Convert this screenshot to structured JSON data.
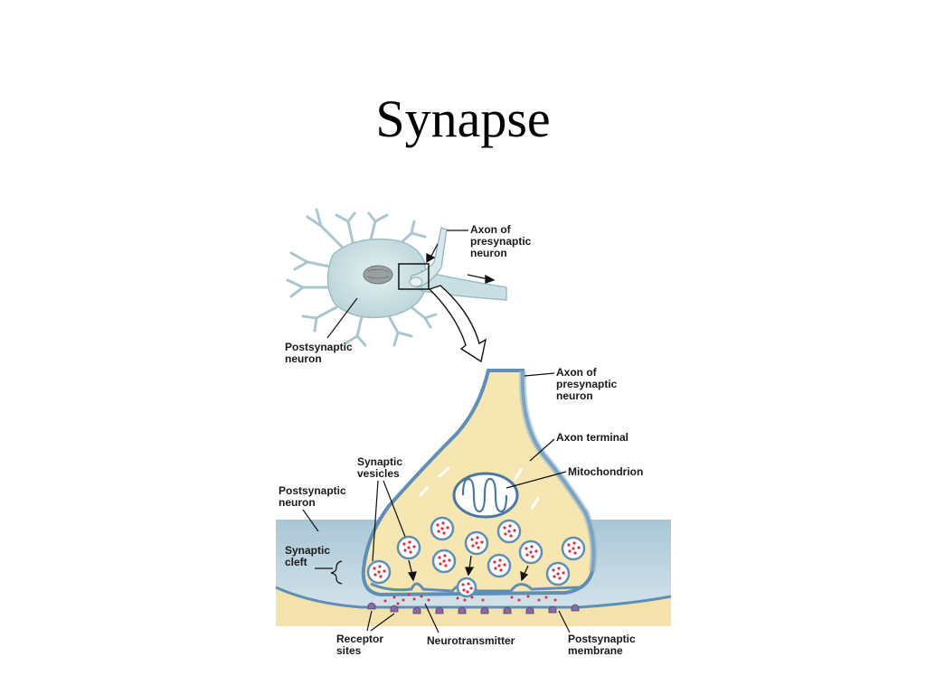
{
  "title": "Synapse",
  "labels": {
    "top_axon": [
      "Axon of",
      "presynaptic",
      "neuron"
    ],
    "top_postsynaptic": [
      "Postsynaptic",
      "neuron"
    ],
    "axon": [
      "Axon of",
      "presynaptic",
      "neuron"
    ],
    "axon_terminal": "Axon terminal",
    "mitochondrion": "Mitochondrion",
    "synaptic_vesicles": [
      "Synaptic",
      "vesicles"
    ],
    "postsynaptic": [
      "Postsynaptic",
      "neuron"
    ],
    "synaptic_cleft": [
      "Synaptic",
      "cleft"
    ],
    "receptor_sites": [
      "Receptor",
      "sites"
    ],
    "neurotransmitter": "Neurotransmitter",
    "postsynaptic_membrane": [
      "Postsynaptic",
      "membrane"
    ]
  },
  "colors": {
    "neuron_fill": "#c9dfe2",
    "neuron_outline": "#8fb0b8",
    "axon_fill": "#f6e6b1",
    "membrane": "#5f8fb7",
    "postsynaptic_fill": "#c2d7e3",
    "vesicle_dot": "#d9323c",
    "receptor": "#8a6aa3"
  }
}
